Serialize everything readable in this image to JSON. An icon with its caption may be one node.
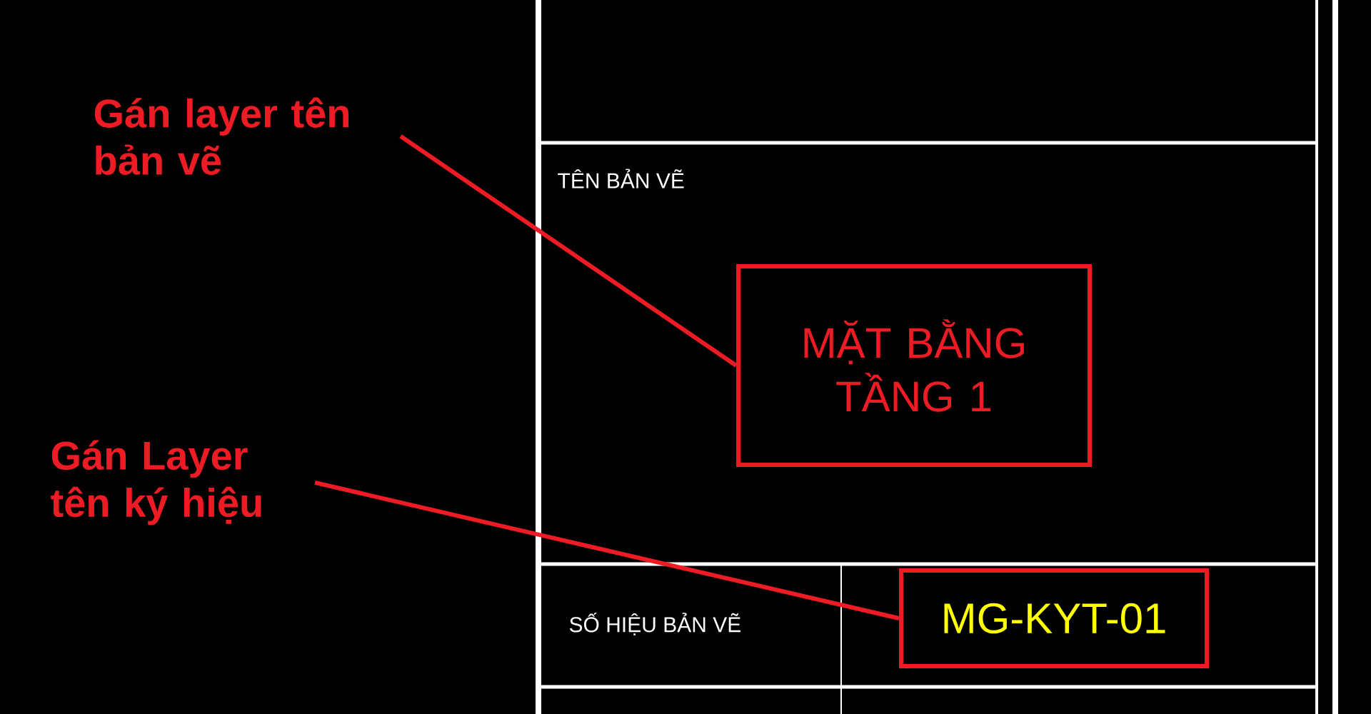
{
  "diagram": {
    "nodes": [
      {
        "text": [
          "Gán layer tên bản vẽ"
        ]
      },
      {
        "text": [
          "MẶT BẰNG TẦNG 1"
        ]
      },
      {
        "text": [
          "Gán Layer tên ký hiệu"
        ]
      },
      {
        "text": [
          "MG-KYT-01"
        ]
      }
    ],
    "edges": [
      {
        "from": 0,
        "to": 1,
        "arrow": "none"
      },
      {
        "from": 2,
        "to": 3,
        "arrow": "none"
      }
    ],
    "labels": [
      "TÊN BẢN VẼ",
      "SỐ HIỆU BẢN VẼ"
    ]
  }
}
